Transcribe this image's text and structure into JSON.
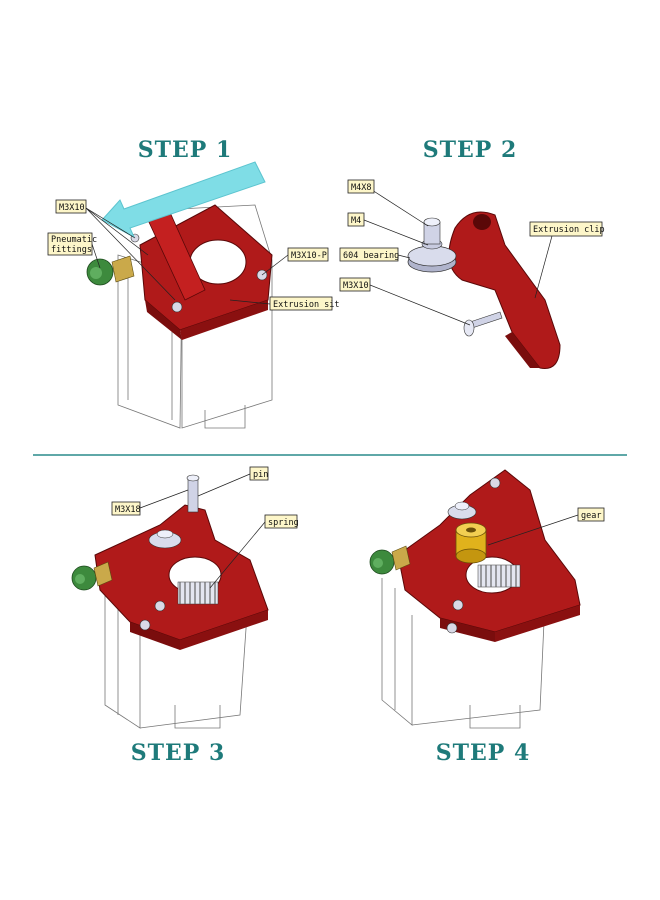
{
  "colors": {
    "title": "#1e7a7a",
    "divider": "#2a8c8c",
    "body_red": "#b01a1a",
    "body_red_dark": "#7a0d0d",
    "fitting_green": "#3d8a3d",
    "arrow_cyan": "#7fdde6",
    "label_fill": "#fdf6c9",
    "gear_gold": "#e0b21c"
  },
  "steps": [
    {
      "title": "STEP 1",
      "labels": {
        "m3x10": "M3X10",
        "pneumatic": [
          "Pneumatic",
          "fittings"
        ],
        "m3x10p": "M3X10-P",
        "extrusion_sit": "Extrusion sit"
      }
    },
    {
      "title": "STEP 2",
      "labels": {
        "m4x8": "M4X8",
        "m4": "M4",
        "bearing": "604 bearing",
        "m3x10": "M3X10",
        "extrusion_clip": "Extrusion clip"
      }
    },
    {
      "title": "STEP 3",
      "labels": {
        "m3x18": "M3X18",
        "pin": "pin",
        "spring": "spring"
      }
    },
    {
      "title": "STEP 4",
      "labels": {
        "gear": "gear"
      }
    }
  ]
}
